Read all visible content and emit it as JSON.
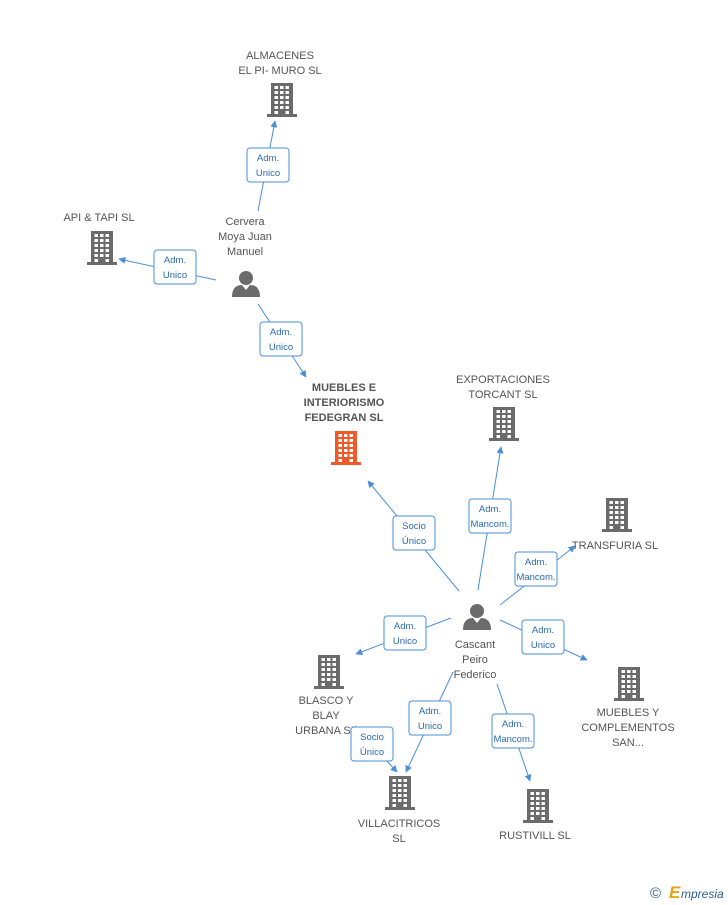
{
  "diagram": {
    "nodes": [
      {
        "id": "almacenes",
        "type": "company",
        "label_lines": [
          "ALMACENES",
          "EL PI- MURO  SL"
        ]
      },
      {
        "id": "api_tapi",
        "type": "company",
        "label_lines": [
          "API & TAPI SL"
        ]
      },
      {
        "id": "cervera",
        "type": "person",
        "label_lines": [
          "Cervera",
          "Moya Juan",
          "Manuel"
        ]
      },
      {
        "id": "muebles_fedegran",
        "type": "company",
        "highlight": true,
        "label_lines": [
          "MUEBLES E",
          "INTERIORISMO",
          "FEDEGRAN SL"
        ]
      },
      {
        "id": "exportaciones",
        "type": "company",
        "label_lines": [
          "EXPORTACIONES",
          "TORCANT SL"
        ]
      },
      {
        "id": "transfuria",
        "type": "company",
        "label_lines": [
          "TRANSFURIA  SL"
        ]
      },
      {
        "id": "cascant",
        "type": "person",
        "label_lines": [
          "Cascant",
          "Peiro",
          "Federico"
        ]
      },
      {
        "id": "blasco",
        "type": "company",
        "label_lines": [
          "BLASCO Y",
          "BLAY",
          "URBANA SL"
        ]
      },
      {
        "id": "muebles_complementos",
        "type": "company",
        "label_lines": [
          "MUEBLES Y",
          "COMPLEMENTOS",
          "SAN..."
        ]
      },
      {
        "id": "villacitricos",
        "type": "company",
        "label_lines": [
          "VILLACITRICOS",
          "SL"
        ]
      },
      {
        "id": "rustivill",
        "type": "company",
        "label_lines": [
          "RUSTIVILL SL"
        ]
      }
    ],
    "edges": [
      {
        "from": "cervera",
        "to": "almacenes",
        "label_lines": [
          "Adm.",
          "Unico"
        ]
      },
      {
        "from": "cervera",
        "to": "api_tapi",
        "label_lines": [
          "Adm.",
          "Unico"
        ]
      },
      {
        "from": "cervera",
        "to": "muebles_fedegran",
        "label_lines": [
          "Adm.",
          "Unico"
        ]
      },
      {
        "from": "cascant",
        "to": "muebles_fedegran",
        "label_lines": [
          "Socio",
          "Único"
        ]
      },
      {
        "from": "cascant",
        "to": "exportaciones",
        "label_lines": [
          "Adm.",
          "Mancom."
        ]
      },
      {
        "from": "cascant",
        "to": "transfuria",
        "label_lines": [
          "Adm.",
          "Mancom."
        ]
      },
      {
        "from": "cascant",
        "to": "blasco",
        "label_lines": [
          "Adm.",
          "Unico"
        ]
      },
      {
        "from": "cascant",
        "to": "muebles_complementos",
        "label_lines": [
          "Adm.",
          "Unico"
        ]
      },
      {
        "from": "cascant",
        "to": "villacitricos",
        "label_lines": [
          "Adm.",
          "Unico"
        ]
      },
      {
        "from": "cascant",
        "to": "villacitricos",
        "label_lines": [
          "Socio",
          "Único"
        ]
      },
      {
        "from": "cascant",
        "to": "rustivill",
        "label_lines": [
          "Adm.",
          "Mancom."
        ]
      }
    ]
  },
  "colors": {
    "edge": "#4a8fd8",
    "edge_label_border": "#4a8fd8",
    "edge_label_text": "#2a6ab0",
    "building": "#6b6b6b",
    "building_highlight": "#f05a28",
    "person": "#6b6b6b",
    "node_text": "#555555"
  },
  "watermark": {
    "copyright_symbol": "©",
    "brand_initial": "E",
    "brand_rest": "mpresia"
  }
}
